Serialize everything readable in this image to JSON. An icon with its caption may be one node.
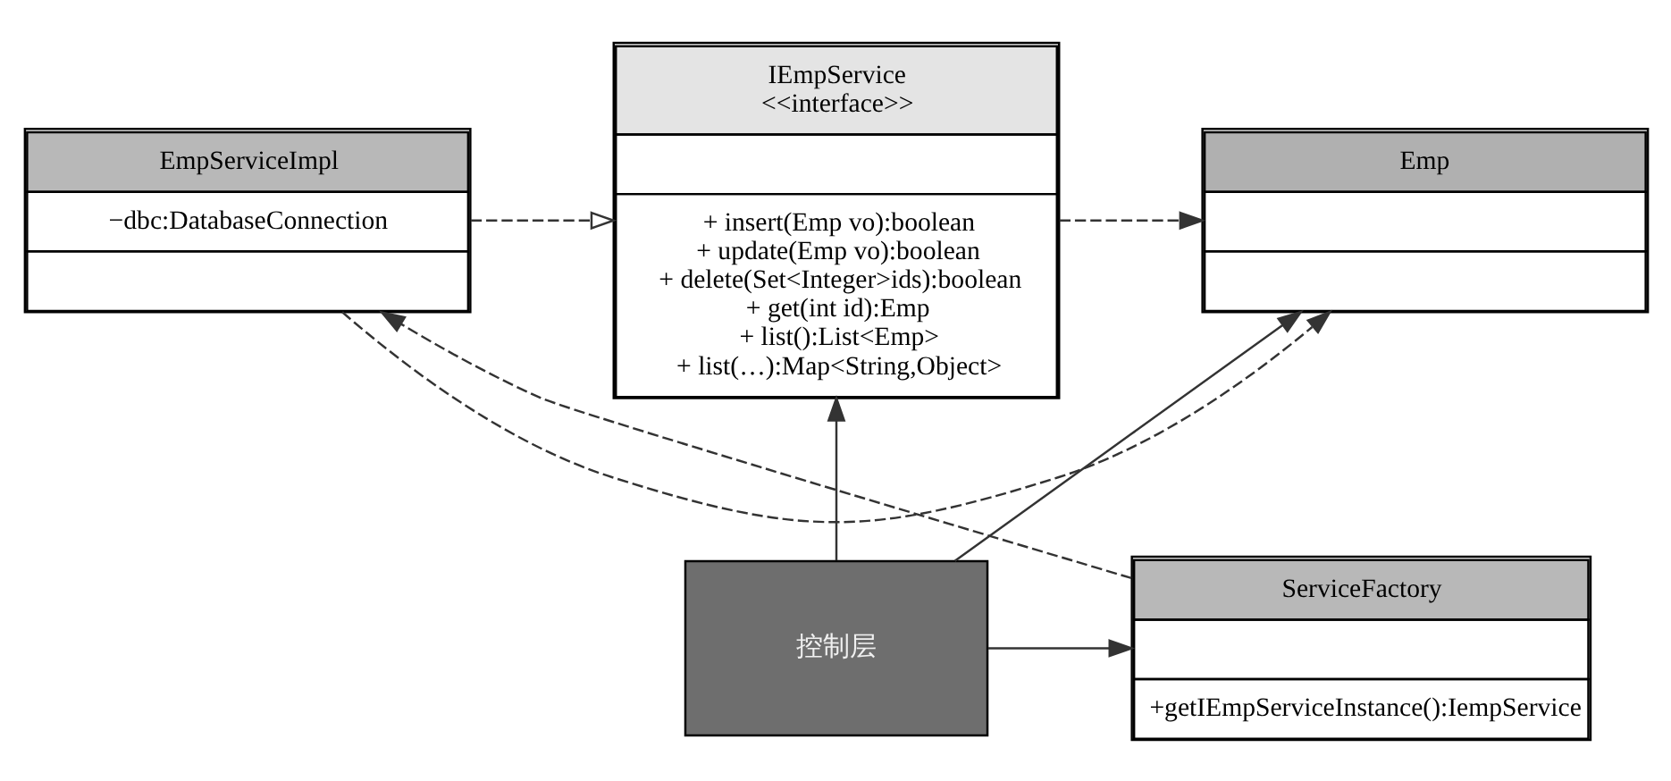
{
  "diagram": {
    "nodes": [
      {
        "text": [
          "EmpServiceImpl",
          "−dbc:DatabaseConnection"
        ]
      },
      {
        "text": [
          "IEmpService",
          "<<interface>>",
          "+ insert(Emp vo):boolean",
          "+ update(Emp vo):boolean",
          "+ delete(Set<Integer>ids):boolean",
          "+ get(int id):Emp",
          "+ list():List<Emp>",
          "+ list(…):Map<String,Object>"
        ]
      },
      {
        "text": [
          "Emp"
        ]
      },
      {
        "text": [
          "ServiceFactory",
          "+getIEmpServiceInstance():IempService"
        ]
      },
      {
        "text": [
          "控制层"
        ]
      }
    ],
    "edges": [
      {
        "from": 0,
        "to": 1,
        "arrow": "to",
        "style": "dashed"
      },
      {
        "from": 0,
        "to": 2,
        "arrow": "to",
        "style": "dashed"
      },
      {
        "from": 1,
        "to": 2,
        "arrow": "to",
        "style": "dashed"
      },
      {
        "from": 3,
        "to": 0,
        "arrow": "to",
        "style": "dashed"
      },
      {
        "from": 4,
        "to": 3,
        "arrow": "to"
      },
      {
        "from": 4,
        "to": 1,
        "arrow": "to"
      },
      {
        "from": 4,
        "to": 2,
        "arrow": "to"
      }
    ]
  }
}
